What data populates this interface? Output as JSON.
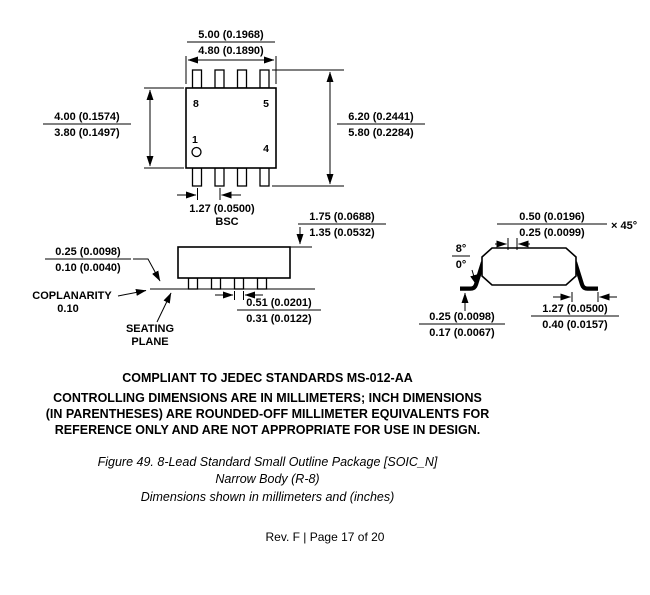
{
  "top_view": {
    "pin_top_left": "8",
    "pin_top_right": "5",
    "pin_bottom_left": "1",
    "pin_bottom_right": "4",
    "width_dim": {
      "max": "5.00 (0.1968)",
      "min": "4.80 (0.1890)"
    },
    "body_dim": {
      "max": "4.00 (0.1574)",
      "min": "3.80 (0.1497)"
    },
    "span_dim": {
      "max": "6.20 (0.2441)",
      "min": "5.80 (0.2284)"
    },
    "pitch_dim": "1.27 (0.0500)",
    "pitch_qualifier": "BSC"
  },
  "side_view": {
    "height_dim": {
      "max": "1.75 (0.0688)",
      "min": "1.35 (0.0532)"
    },
    "standoff_dim": {
      "max": "0.25 (0.0098)",
      "min": "0.10 (0.0040)"
    },
    "coplanarity_label": "COPLANARITY",
    "coplanarity_value": "0.10",
    "seating_line1": "SEATING",
    "seating_line2": "PLANE",
    "lead_width_dim": {
      "max": "0.51 (0.0201)",
      "min": "0.31 (0.0122)"
    }
  },
  "end_view": {
    "chamfer_dim": {
      "max": "0.50 (0.0196)",
      "min": "0.25 (0.0099)"
    },
    "chamfer_angle": "× 45°",
    "lead_angle": {
      "max": "8°",
      "min": "0°"
    },
    "thickness_dim": {
      "max": "0.25 (0.0098)",
      "min": "0.17 (0.0067)"
    },
    "foot_dim": {
      "max": "1.27 (0.0500)",
      "min": "0.40 (0.0157)"
    }
  },
  "notes": {
    "jedec": "COMPLIANT TO JEDEC STANDARDS MS-012-AA",
    "controlling_line1": "CONTROLLING DIMENSIONS ARE IN MILLIMETERS; INCH DIMENSIONS",
    "controlling_line2": "(IN PARENTHESES) ARE ROUNDED-OFF MILLIMETER EQUIVALENTS FOR",
    "controlling_line3": "REFERENCE ONLY AND ARE NOT APPROPRIATE FOR USE IN DESIGN."
  },
  "caption": {
    "line1": "Figure 49. 8-Lead Standard Small Outline Package [SOIC_N]",
    "line2": "Narrow Body (R-8)",
    "line3": "Dimensions shown in millimeters and (inches)"
  },
  "footer": "Rev. F | Page 17 of 20"
}
